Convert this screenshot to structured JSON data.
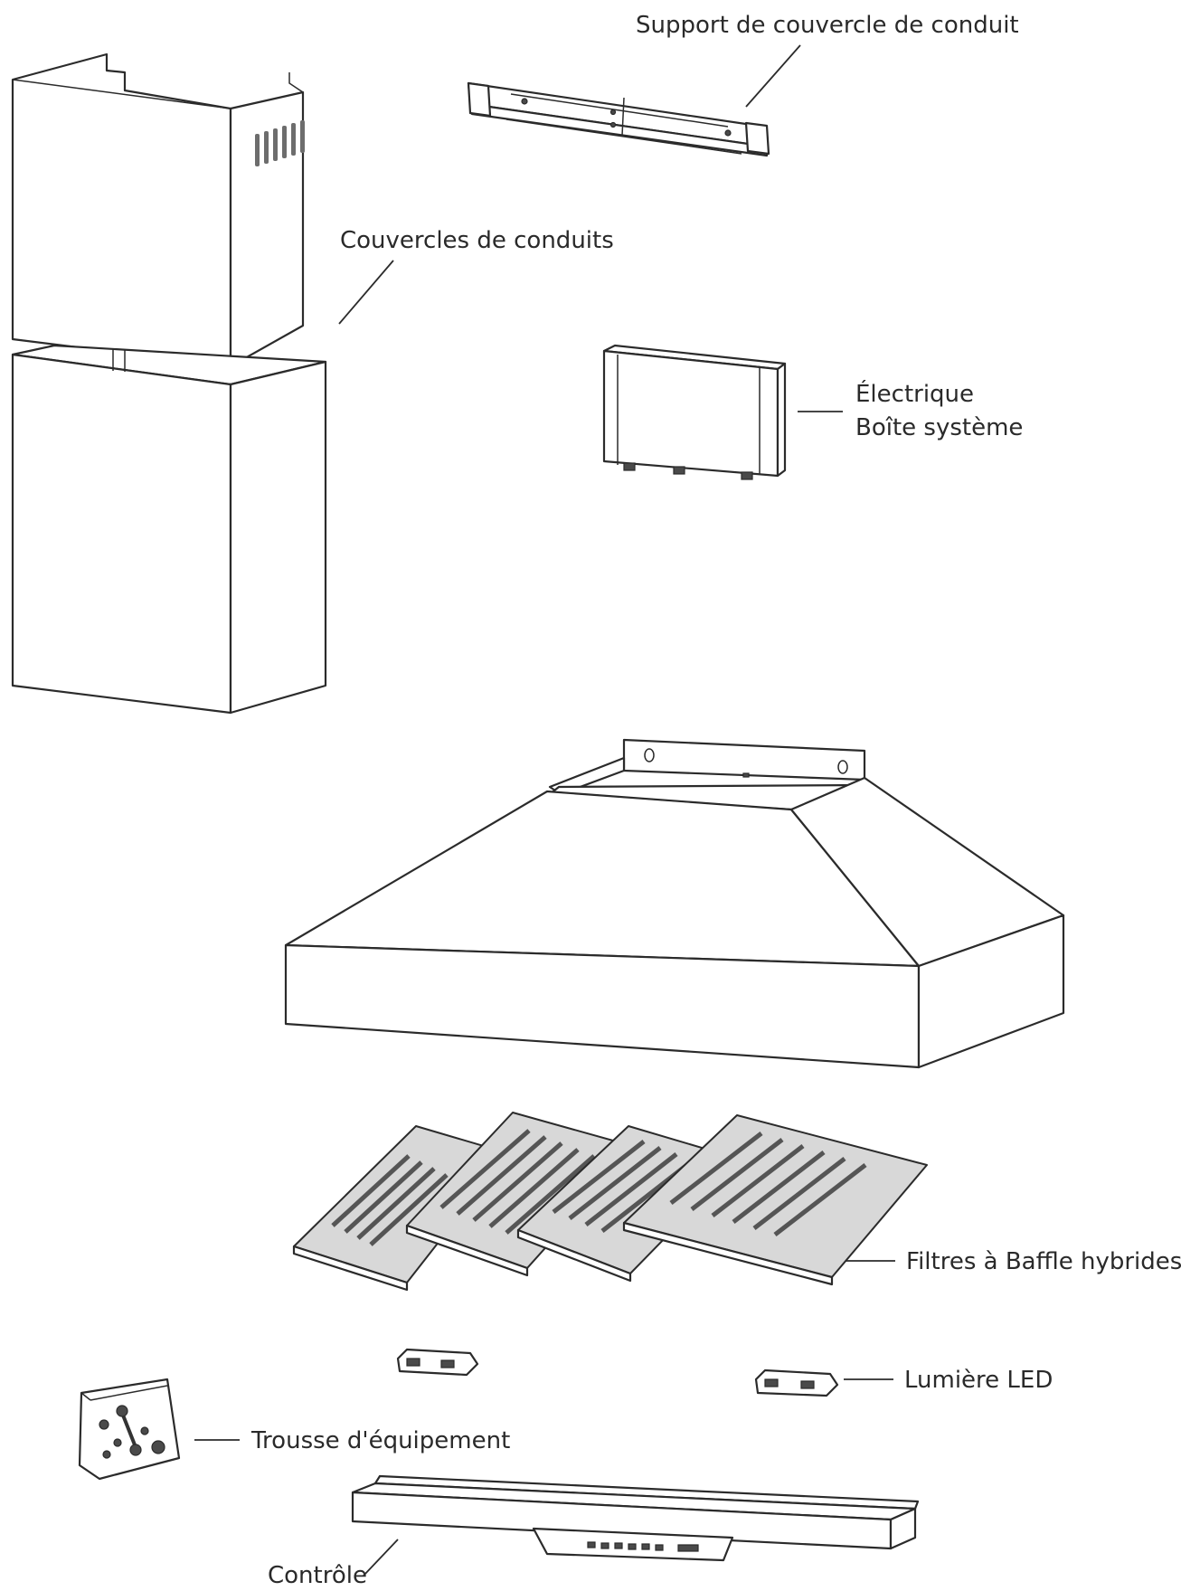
{
  "labels": {
    "duct_cover_bracket": "Support de couvercle de conduit",
    "duct_covers": "Couvercles de conduits",
    "electrical_box_line1": "Électrique",
    "electrical_box_line2": "Boîte système",
    "baffle_filters": "Filtres à Baffle hybrides",
    "led_light": "Lumière LED",
    "hardware_kit": "Trousse d'équipement",
    "control": "Contrôle"
  }
}
